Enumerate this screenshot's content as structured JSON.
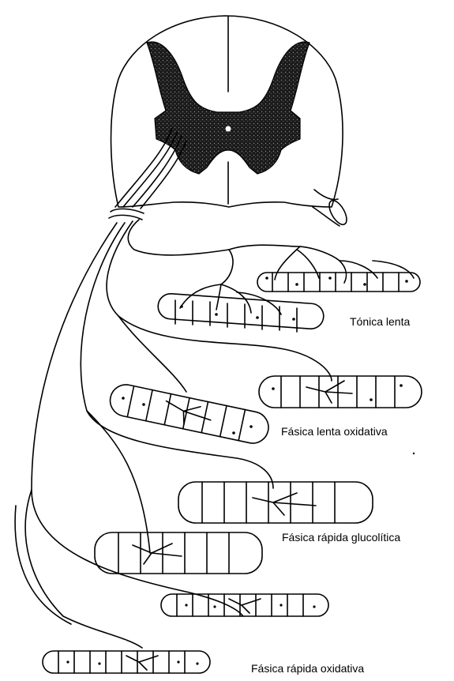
{
  "fiber_types": [
    {
      "label": "Tónica lenta"
    },
    {
      "label": "Fásica lenta oxidativa"
    },
    {
      "label": "Fásica rápida glucolítica"
    },
    {
      "label": "Fásica rápida oxidativa"
    }
  ]
}
